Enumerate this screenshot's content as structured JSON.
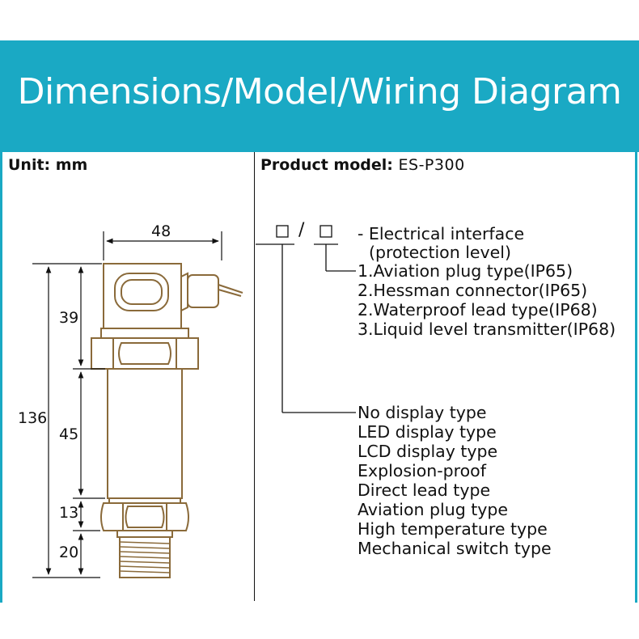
{
  "page": {
    "title": "Dimensions/Model/Wiring Diagram",
    "accent_color": "#1aa9c4"
  },
  "left_panel": {
    "unit_label": "Unit: mm",
    "dimensions": {
      "width": "48",
      "total_height": "136",
      "head_height": "39",
      "body_height": "45",
      "hex_height": "13",
      "thread_height": "20"
    }
  },
  "right_panel": {
    "product_model_label": "Product model:",
    "product_model_value": "ES-P300",
    "code_separator": "/",
    "electrical_interface": {
      "title": "- Electrical interface",
      "subtitle": "(protection level)",
      "options": [
        "1.Aviation plug type(IP65)",
        "2.Hessman connector(IP65)",
        "2.Waterproof lead type(IP68)",
        "3.Liquid level transmitter(IP68)"
      ]
    },
    "display_types": [
      "No display type",
      "LED display type",
      "LCD display type",
      "Explosion-proof",
      "Direct lead type",
      "Aviation plug type",
      "High temperature type",
      "Mechanical switch type"
    ]
  }
}
